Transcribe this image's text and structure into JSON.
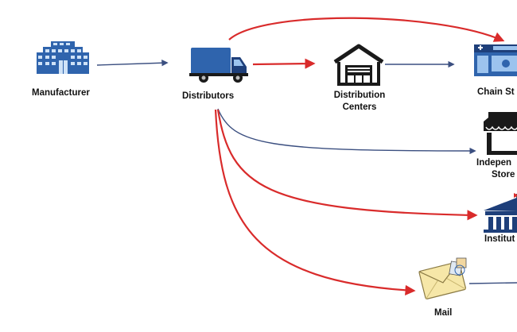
{
  "colors": {
    "red_arrow": "#d92b2b",
    "blue_arrow": "#3b4f80",
    "icon_blue": "#2f64ad",
    "icon_dark": "#1a1a1a"
  },
  "nodes": {
    "manufacturer": {
      "label": "Manufacturer",
      "icon": "office-building-icon"
    },
    "distributors": {
      "label": "Distributors",
      "icon": "delivery-truck-icon"
    },
    "distribution_centers": {
      "label_line1": "Distribution",
      "label_line2": "Centers",
      "icon": "warehouse-icon"
    },
    "chain_stores": {
      "label": "Chain St",
      "icon": "pharmacy-storefront-icon"
    },
    "independent_stores": {
      "label_line1": "Indepen",
      "label_line2": "Store",
      "icon": "awning-shop-icon"
    },
    "institutions": {
      "label": "Institut",
      "icon": "institution-building-icon"
    },
    "mail": {
      "label": "Mail",
      "icon": "mail-envelope-icon"
    }
  }
}
